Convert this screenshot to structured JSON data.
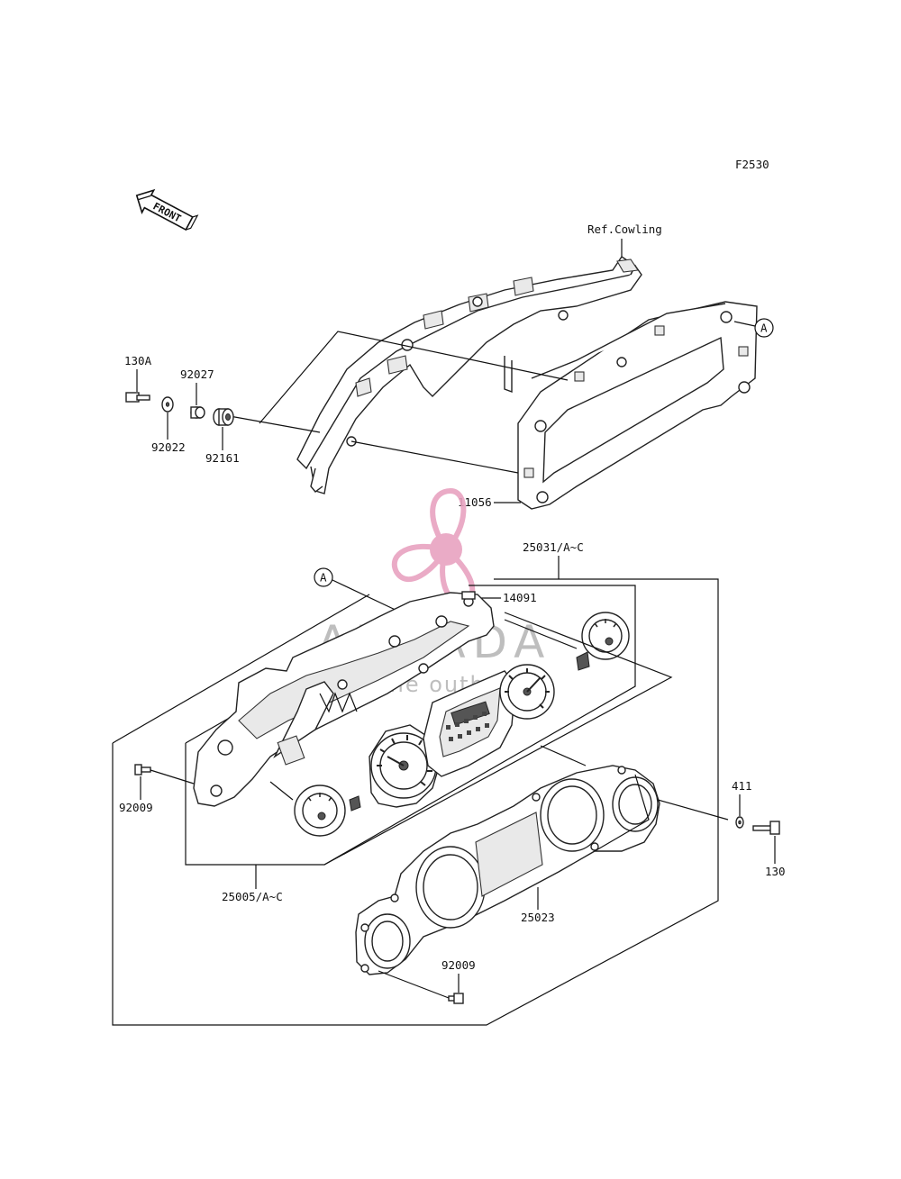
{
  "figure_code": "F2530",
  "front_arrow_text": "FRONT",
  "ref_note": "Ref.Cowling",
  "ref_circle": "A",
  "part_numbers": {
    "p130A": "130A",
    "p92027": "92027",
    "p92022": "92022",
    "p92161": "92161",
    "p11056": "11056",
    "p25031": "25031/A~C",
    "p14091": "14091",
    "p92009a": "92009",
    "p25005": "25005/A~C",
    "p411": "411",
    "p130": "130",
    "p25023": "25023",
    "p92009b": "92009"
  },
  "watermark": {
    "brand": "ARNADA",
    "tagline": "marine outboards",
    "color": "#e8a3c0"
  }
}
